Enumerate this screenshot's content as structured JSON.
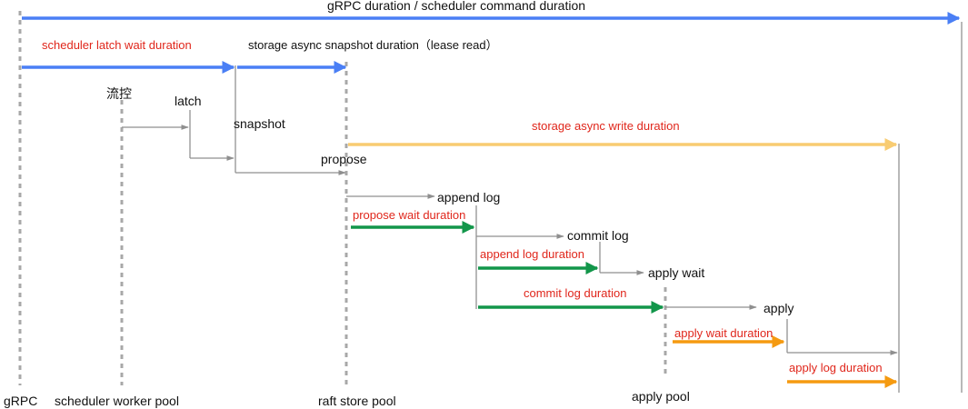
{
  "colors": {
    "blue": "#4a7ff5",
    "yellow": "#f8cc72",
    "green": "#12964a",
    "orange": "#f59a10",
    "gray": "#8f8f8f",
    "red_text": "#e0261b",
    "black_text": "#111111"
  },
  "pools": {
    "grpc": "gRPC",
    "scheduler_worker": "scheduler worker pool",
    "raft_store": "raft store pool",
    "apply": "apply pool"
  },
  "stages": {
    "flow_control": "流控",
    "latch": "latch",
    "snapshot": "snapshot",
    "propose": "propose",
    "append_log": "append log",
    "commit_log": "commit log",
    "apply_wait": "apply wait",
    "apply": "apply"
  },
  "durations": {
    "grpc_total": "gRPC duration / scheduler command duration",
    "latch_wait": "scheduler latch wait duration",
    "snapshot": "storage async snapshot duration（lease read）",
    "async_write": "storage async write duration",
    "propose_wait": "propose wait duration",
    "append_log": "append log duration",
    "commit_log": "commit log duration",
    "apply_wait": "apply wait duration",
    "apply_log": "apply log duration"
  }
}
